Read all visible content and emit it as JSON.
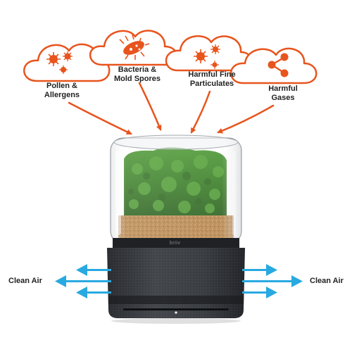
{
  "colors": {
    "threat": "#e8541d",
    "clean_air": "#29a9e1",
    "label_text": "#222222",
    "glass_moss": "#3f8a2c",
    "base_fabric": "#3a3d42"
  },
  "threats": [
    {
      "icon": "pollen-icon",
      "line1": "Pollen &",
      "line2": "Allergens"
    },
    {
      "icon": "bacteria-icon",
      "line1": "Bacteria &",
      "line2": "Mold Spores"
    },
    {
      "icon": "particulates-icon",
      "line1": "Harmful Fine",
      "line2": "Particulates"
    },
    {
      "icon": "gases-icon",
      "line1": "Harmful",
      "line2": "Gases"
    }
  ],
  "clean_air": {
    "left_label": "Clean Air",
    "right_label": "Clean Air",
    "icon": "outflow-arrow-icon"
  },
  "device": {
    "icon": "moss-air-purifier-image",
    "brand": "briiv"
  }
}
